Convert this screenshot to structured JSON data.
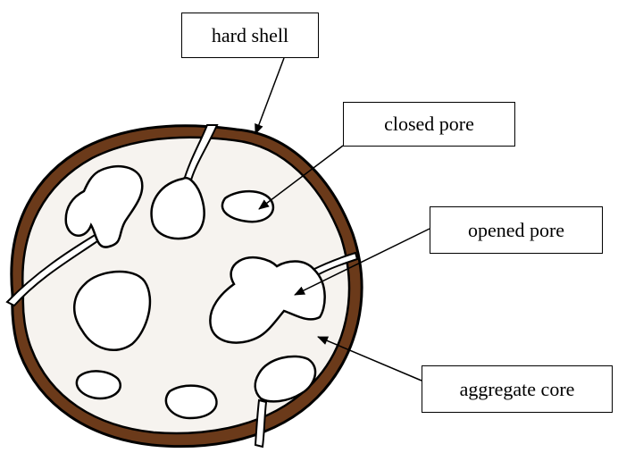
{
  "labels": {
    "hard_shell": "hard shell",
    "closed_pore": "closed pore",
    "opened_pore": "opened pore",
    "aggregate_core": "aggregate core"
  },
  "colors": {
    "shell": "#6b3a1a",
    "core": "#f6f3ef",
    "outline": "#000000",
    "pore": "#ffffff",
    "crack": "#ffffff"
  }
}
